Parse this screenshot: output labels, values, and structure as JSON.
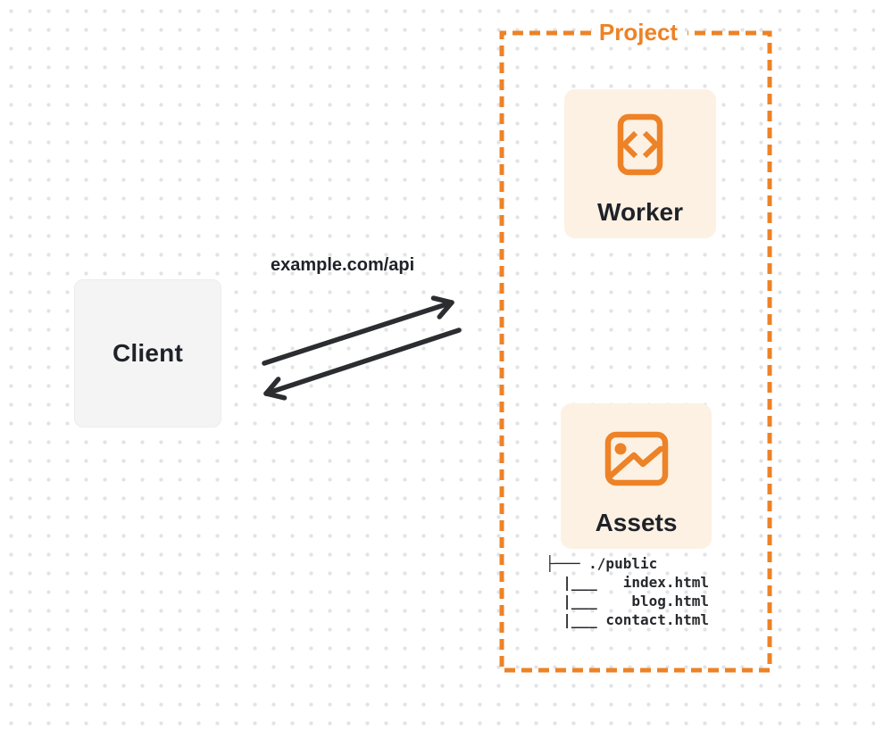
{
  "colors": {
    "accent": "#ED8227",
    "card-bg": "#FCF1E3",
    "client-bg": "#F4F4F5",
    "text-dark": "#1F2228",
    "arrow": "#2B2D31",
    "dot": "#E3E3E6"
  },
  "client": {
    "label": "Client"
  },
  "request": {
    "label": "example.com/api"
  },
  "project": {
    "label": "Project",
    "worker": {
      "label": "Worker",
      "icon": "code-file-icon"
    },
    "assets": {
      "label": "Assets",
      "icon": "image-icon"
    },
    "file_tree": "├─── ./public\n  |___   index.html\n  |___    blog.html\n  |___ contact.html"
  }
}
